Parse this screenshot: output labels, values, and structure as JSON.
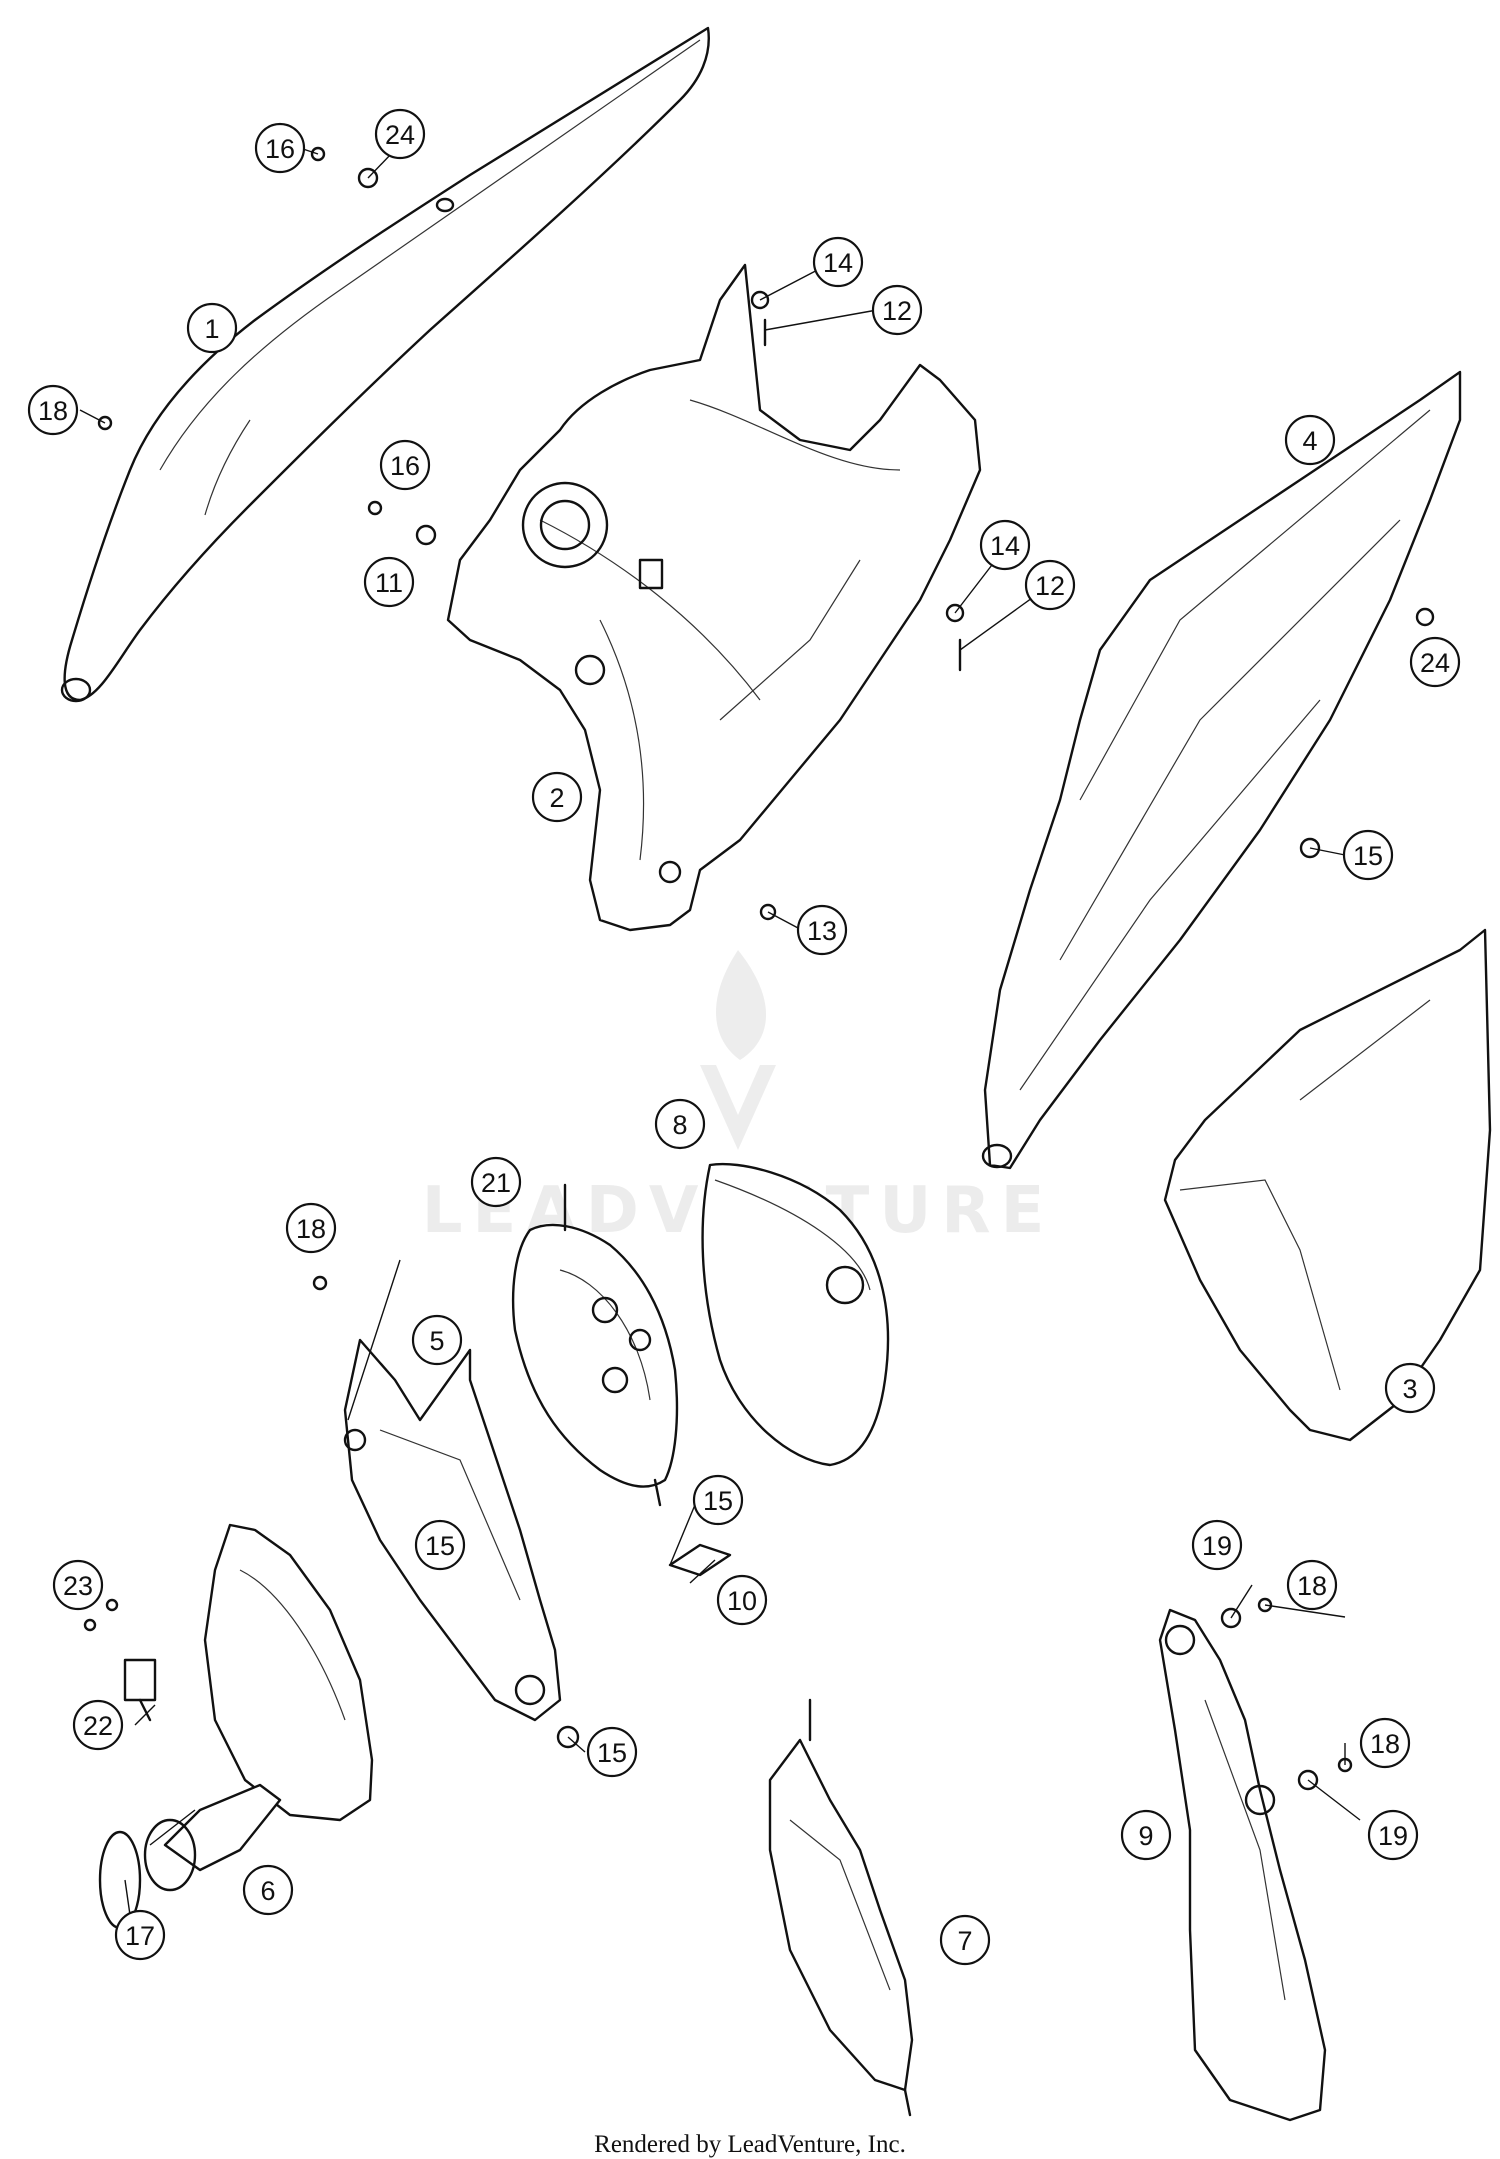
{
  "callouts": {
    "c1": "1",
    "c2": "2",
    "c3": "3",
    "c4": "4",
    "c5": "5",
    "c6": "6",
    "c7": "7",
    "c8": "8",
    "c9": "9",
    "c10": "10",
    "c11": "11",
    "c12a": "12",
    "c12b": "12",
    "c13": "13",
    "c14a": "14",
    "c14b": "14",
    "c15a": "15",
    "c15b": "15",
    "c15c": "15",
    "c15d": "15",
    "c16a": "16",
    "c16b": "16",
    "c17": "17",
    "c18a": "18",
    "c18b": "18",
    "c18c": "18",
    "c18d": "18",
    "c19a": "19",
    "c19b": "19",
    "c21": "21",
    "c22": "22",
    "c23": "23",
    "c24a": "24",
    "c24b": "24"
  },
  "watermark": {
    "text": "LEADVENTURE"
  },
  "footer": {
    "text": "Rendered by LeadVenture, Inc."
  },
  "colors": {
    "line": "#111111",
    "watermark": "#ececec",
    "background": "#ffffff"
  }
}
